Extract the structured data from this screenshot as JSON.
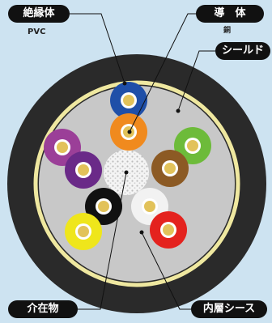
{
  "labels": {
    "insulator": "絶縁体",
    "insulator_sub": "PVC",
    "conductor": "導　体",
    "conductor_sub": "銅",
    "shield": "シールド",
    "filler": "介在物",
    "inner_sheath": "内層シース"
  },
  "colors": {
    "background": "#cde3f1",
    "outer_sheath": "#2a2a2a",
    "shield_ring": "#efe8a0",
    "inner_fill": "#c8c8c8",
    "label_pill": "#111111"
  },
  "cores": [
    {
      "name": "blue",
      "color": "#1f4fa8"
    },
    {
      "name": "orange",
      "color": "#f08a1e"
    },
    {
      "name": "purple-light",
      "color": "#9b3f98"
    },
    {
      "name": "purple-dark",
      "color": "#6a2a88"
    },
    {
      "name": "green",
      "color": "#6dbb3a"
    },
    {
      "name": "brown",
      "color": "#8c5a24"
    },
    {
      "name": "black",
      "color": "#111111"
    },
    {
      "name": "white",
      "color": "#f2f2f2"
    },
    {
      "name": "yellow",
      "color": "#efe61b"
    },
    {
      "name": "red",
      "color": "#e4221e"
    }
  ]
}
